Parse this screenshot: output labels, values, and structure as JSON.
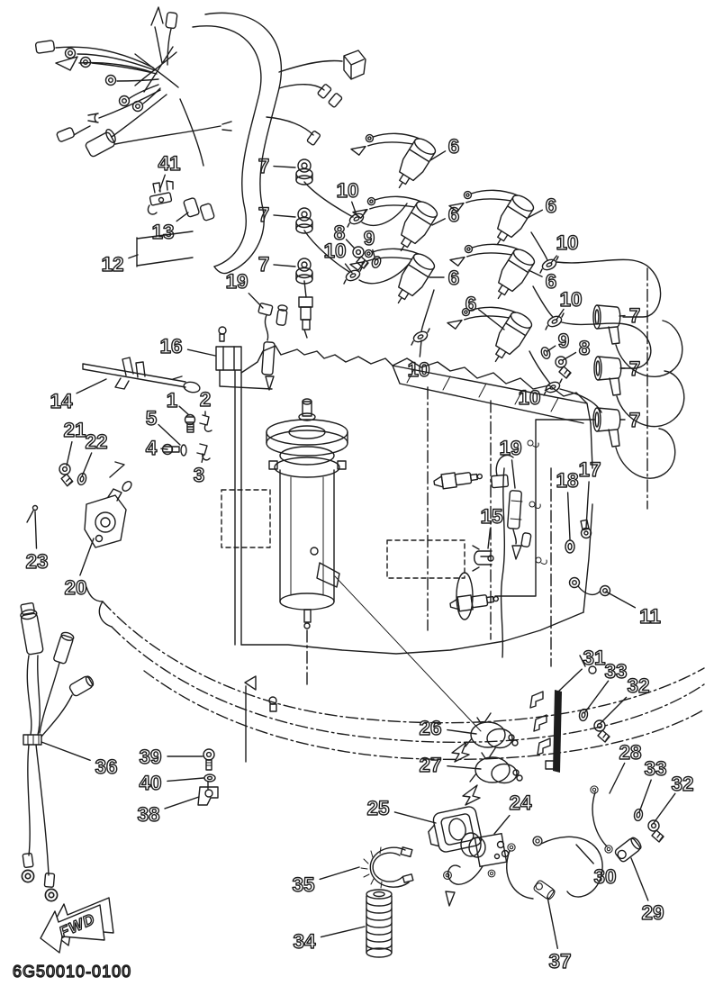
{
  "diagram": {
    "code": "6G50010-0100",
    "fwd_label": "FWD",
    "background": "#ffffff",
    "line_color": "#1c1c1c"
  },
  "callouts": [
    {
      "n": "41",
      "label": [
        188,
        181
      ],
      "target": [
        177,
        212
      ]
    },
    {
      "n": "13",
      "label": [
        181,
        257
      ],
      "target": [
        209,
        236
      ]
    },
    {
      "n": "12",
      "label": [
        125,
        293
      ],
      "target": [
        153,
        283
      ]
    },
    {
      "n": "7",
      "label": [
        293,
        184
      ],
      "target": [
        328,
        186
      ]
    },
    {
      "n": "7",
      "label": [
        293,
        238
      ],
      "target": [
        328,
        241
      ]
    },
    {
      "n": "7",
      "label": [
        293,
        293
      ],
      "target": [
        328,
        296
      ]
    },
    {
      "n": "10",
      "label": [
        386,
        211
      ],
      "target": [
        396,
        239
      ]
    },
    {
      "n": "8",
      "label": [
        377,
        258
      ],
      "target": [
        393,
        275
      ]
    },
    {
      "n": "9",
      "label": [
        410,
        264
      ],
      "target": [
        416,
        285
      ]
    },
    {
      "n": "10",
      "label": [
        372,
        278
      ],
      "target": [
        391,
        303
      ]
    },
    {
      "n": "19",
      "label": [
        263,
        312
      ],
      "target": [
        292,
        342
      ]
    },
    {
      "n": "6",
      "label": [
        504,
        162
      ],
      "target": [
        478,
        178
      ]
    },
    {
      "n": "6",
      "label": [
        504,
        238
      ],
      "target": [
        480,
        250
      ]
    },
    {
      "n": "6",
      "label": [
        504,
        308
      ],
      "target": [
        477,
        308
      ]
    },
    {
      "n": "6",
      "label": [
        612,
        228
      ],
      "target": [
        586,
        242
      ]
    },
    {
      "n": "6",
      "label": [
        612,
        312
      ],
      "target": [
        587,
        300
      ]
    },
    {
      "n": "6",
      "label": [
        523,
        337
      ],
      "target": [
        560,
        366
      ]
    },
    {
      "n": "10",
      "label": [
        630,
        269
      ],
      "target": [
        612,
        292
      ]
    },
    {
      "n": "10",
      "label": [
        634,
        332
      ],
      "target": [
        618,
        355
      ]
    },
    {
      "n": "10",
      "label": [
        465,
        410
      ],
      "target": [
        468,
        378
      ]
    },
    {
      "n": "10",
      "label": [
        588,
        441
      ],
      "target": [
        611,
        431
      ]
    },
    {
      "n": "9",
      "label": [
        626,
        378
      ],
      "target": [
        608,
        390
      ]
    },
    {
      "n": "8",
      "label": [
        649,
        386
      ],
      "target": [
        625,
        400
      ]
    },
    {
      "n": "7",
      "label": [
        705,
        350
      ],
      "target": [
        688,
        351
      ]
    },
    {
      "n": "7",
      "label": [
        705,
        409
      ],
      "target": [
        689,
        409
      ]
    },
    {
      "n": "7",
      "label": [
        705,
        466
      ],
      "target": [
        689,
        466
      ]
    },
    {
      "n": "16",
      "label": [
        190,
        384
      ],
      "target": [
        239,
        395
      ]
    },
    {
      "n": "14",
      "label": [
        68,
        445
      ],
      "target": [
        118,
        421
      ]
    },
    {
      "n": "1",
      "label": [
        191,
        444
      ],
      "target": [
        210,
        461
      ]
    },
    {
      "n": "2",
      "label": [
        228,
        443
      ],
      "target": [
        228,
        461
      ]
    },
    {
      "n": "5",
      "label": [
        168,
        464
      ],
      "target": [
        200,
        494
      ]
    },
    {
      "n": "4",
      "label": [
        168,
        497
      ],
      "target": [
        186,
        499
      ]
    },
    {
      "n": "3",
      "label": [
        221,
        527
      ],
      "target": [
        226,
        505
      ]
    },
    {
      "n": "21",
      "label": [
        83,
        477
      ],
      "target": [
        74,
        517
      ]
    },
    {
      "n": "22",
      "label": [
        107,
        490
      ],
      "target": [
        91,
        529
      ]
    },
    {
      "n": "23",
      "label": [
        41,
        623
      ],
      "target": [
        39,
        568
      ]
    },
    {
      "n": "20",
      "label": [
        84,
        652
      ],
      "target": [
        104,
        598
      ]
    },
    {
      "n": "19",
      "label": [
        567,
        497
      ],
      "target": [
        572,
        542
      ]
    },
    {
      "n": "15",
      "label": [
        546,
        573
      ],
      "target": [
        542,
        609
      ]
    },
    {
      "n": "18",
      "label": [
        630,
        533
      ],
      "target": [
        633,
        599
      ]
    },
    {
      "n": "17",
      "label": [
        655,
        521
      ],
      "target": [
        651,
        586
      ]
    },
    {
      "n": "11",
      "label": [
        722,
        684
      ],
      "target": [
        673,
        657
      ]
    },
    {
      "n": "31",
      "label": [
        660,
        730
      ],
      "target": [
        619,
        769
      ]
    },
    {
      "n": "33",
      "label": [
        684,
        745
      ],
      "target": [
        649,
        792
      ]
    },
    {
      "n": "32",
      "label": [
        709,
        761
      ],
      "target": [
        666,
        804
      ]
    },
    {
      "n": "26",
      "label": [
        478,
        808
      ],
      "target": [
        529,
        815
      ]
    },
    {
      "n": "27",
      "label": [
        478,
        849
      ],
      "target": [
        534,
        854
      ]
    },
    {
      "n": "28",
      "label": [
        700,
        835
      ],
      "target": [
        677,
        881
      ]
    },
    {
      "n": "33",
      "label": [
        728,
        853
      ],
      "target": [
        710,
        902
      ]
    },
    {
      "n": "32",
      "label": [
        758,
        870
      ],
      "target": [
        726,
        914
      ]
    },
    {
      "n": "36",
      "label": [
        118,
        851
      ],
      "target": [
        46,
        824
      ]
    },
    {
      "n": "39",
      "label": [
        167,
        840
      ],
      "target": [
        225,
        840
      ]
    },
    {
      "n": "40",
      "label": [
        167,
        869
      ],
      "target": [
        226,
        864
      ]
    },
    {
      "n": "38",
      "label": [
        165,
        904
      ],
      "target": [
        221,
        885
      ]
    },
    {
      "n": "25",
      "label": [
        420,
        897
      ],
      "target": [
        484,
        914
      ]
    },
    {
      "n": "24",
      "label": [
        578,
        891
      ],
      "target": [
        549,
        926
      ]
    },
    {
      "n": "35",
      "label": [
        337,
        982
      ],
      "target": [
        399,
        963
      ]
    },
    {
      "n": "34",
      "label": [
        338,
        1045
      ],
      "target": [
        405,
        1029
      ]
    },
    {
      "n": "30",
      "label": [
        672,
        973
      ],
      "target": [
        640,
        938
      ]
    },
    {
      "n": "29",
      "label": [
        725,
        1013
      ],
      "target": [
        701,
        953
      ]
    },
    {
      "n": "37",
      "label": [
        622,
        1067
      ],
      "target": [
        608,
        996
      ]
    }
  ]
}
